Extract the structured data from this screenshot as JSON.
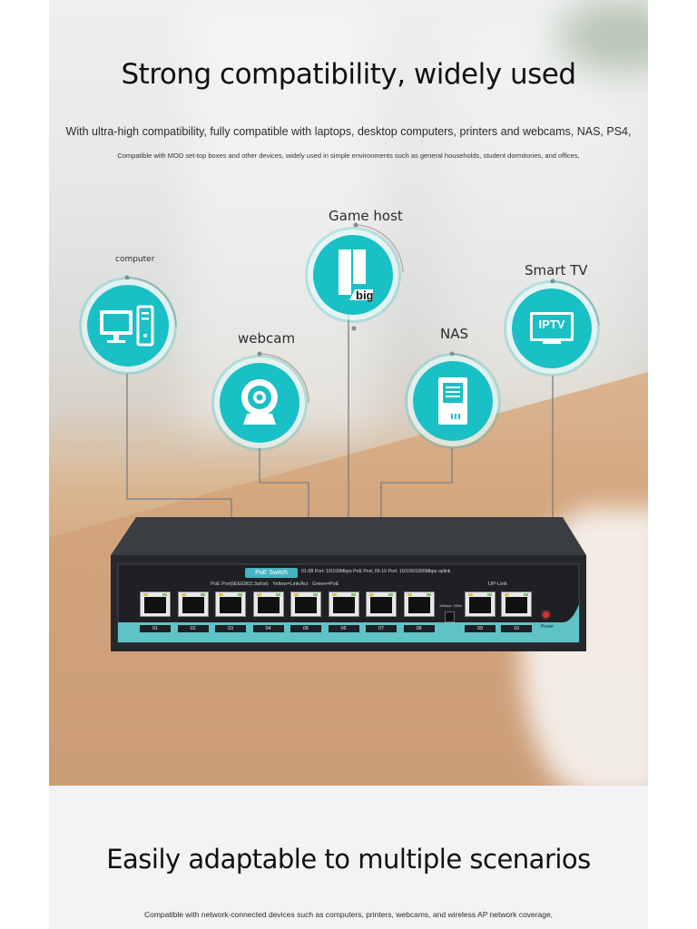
{
  "heading": "Strong compatibility, widely used",
  "description_line1": "With ultra-high compatibility, fully compatible with laptops, desktop computers, printers and webcams, NAS, PS4,",
  "description_line2": "Compatible with MOD set-top boxes and other devices, widely used in simple environments such as general households, student dormitories, and offices,",
  "devices": [
    {
      "label": "computer",
      "icon": "desktop-computer-icon"
    },
    {
      "label": "webcam",
      "icon": "webcam-icon"
    },
    {
      "label": "Game host",
      "icon": "game-console-icon",
      "badge": "big"
    },
    {
      "label": "NAS",
      "icon": "nas-server-icon"
    },
    {
      "label": "Smart TV",
      "icon": "iptv-icon",
      "screen_text": "IPTV"
    }
  ],
  "switch": {
    "brand_tag": "PoE Switch",
    "spec_line": "01-08 Port: 10/100Mbps PoE Port; 09-10 Port: 10/100/1000Mbps uplink",
    "poe_label": "PoE Port(IEEE802.3af/at)   Yellow=Link/Act   Green=PoE",
    "uplink_label": "UP-Link",
    "ports": [
      "01",
      "02",
      "03",
      "04",
      "05",
      "06",
      "07",
      "08",
      "09",
      "10"
    ],
    "speed_switch": "10Mbps  250m",
    "power_label": "Power"
  },
  "heading2": "Easily adaptable to multiple scenarios",
  "description3": "Compatible with network-connected devices such as computers, printers, webcams, and wireless AP network coverage,",
  "colors": {
    "accent": "#19c0c5",
    "switch_body": "#2a2c30",
    "port_strip": "#5fc3c6"
  }
}
